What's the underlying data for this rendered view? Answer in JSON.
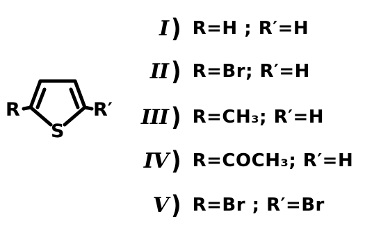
{
  "structure": {
    "left_substituent": "R",
    "right_substituent": "R′",
    "heteroatom": "S"
  },
  "compounds": [
    {
      "numeral": "I",
      "substituents": "R=H ;  R′=H"
    },
    {
      "numeral": "II",
      "substituents": "R=Br;  R′=H"
    },
    {
      "numeral": "III",
      "substituents": "R=CH₃; R′=H"
    },
    {
      "numeral": "IV",
      "substituents": "R=COCH₃; R′=H"
    },
    {
      "numeral": "V",
      "substituents": "R=Br ; R′=Br"
    }
  ],
  "paren": ")"
}
